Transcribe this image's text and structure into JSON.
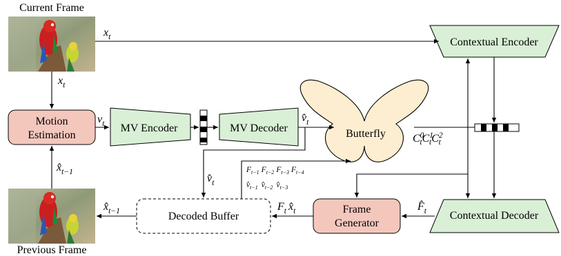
{
  "frames": {
    "current": {
      "caption": "Current Frame"
    },
    "previous": {
      "caption": "Previous Frame"
    }
  },
  "nodes": {
    "motion_estimation": {
      "line1": "Motion",
      "line2": "Estimation"
    },
    "mv_encoder": "MV Encoder",
    "mv_decoder": "MV Decoder",
    "butterfly": "Butterfly",
    "contextual_encoder": "Contextual Encoder",
    "contextual_decoder": "Contextual Decoder",
    "frame_generator": {
      "line1": "Frame",
      "line2": "Generator"
    },
    "decoded_buffer": "Decoded Buffer"
  },
  "edge_labels": {
    "x_t_top": "x",
    "x_t_down": "x",
    "v_t": "v",
    "v_hat_t": "v̂",
    "v_hat_t_buffer": "v̂",
    "x_hat_prev_up": "x̂",
    "x_hat_prev_left": "x̂",
    "f_hat_t": "F̂",
    "ft_xhat_t": "F",
    "contexts": "C"
  },
  "subscripts": {
    "t": "t",
    "t_minus_1": "t−1"
  },
  "buffer_contents": {
    "row1": [
      "F",
      "F",
      "F",
      "F"
    ],
    "row1_sub": [
      "t−1",
      "t−2",
      "t−3",
      "t−4"
    ],
    "row2": [
      "v̂",
      "v̂",
      "v̂"
    ],
    "row2_sub": [
      "t−1",
      "t−2",
      "t−3"
    ]
  },
  "context_superscripts": [
    "0",
    "1",
    "2"
  ],
  "colors": {
    "pink_box": "#f4c7bd",
    "green_block": "#d9f0d6",
    "butterfly_fill": "#fdeed1",
    "stroke": "#000000"
  }
}
